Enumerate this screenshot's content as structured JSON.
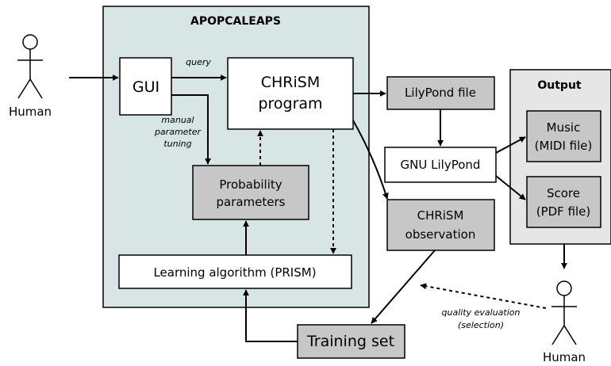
{
  "title": "APOPCALEAPS",
  "human_top_label": "Human",
  "human_bottom_label": "Human",
  "gui": "GUI",
  "query": "query",
  "chrism_program": [
    "CHRiSM",
    "program"
  ],
  "manual_tuning": [
    "manual",
    "parameter",
    "tuning"
  ],
  "probability_parameters": [
    "Probability",
    "parameters"
  ],
  "learning_algorithm": "Learning algorithm (PRISM)",
  "lilypond_file": "LilyPond file",
  "gnu_lilypond": "GNU LilyPond",
  "chrism_observation": [
    "CHRiSM",
    "observation"
  ],
  "output_title": "Output",
  "music": [
    "Music",
    "(MIDI file)"
  ],
  "score": [
    "Score",
    "(PDF file)"
  ],
  "training_set": "Training set",
  "quality_evaluation": [
    "quality evaluation",
    "(selection)"
  ],
  "colors": {
    "panel": "#d7e5e5",
    "output_panel": "#e6e6e6",
    "gray_box": "#c7c7c7",
    "white_box": "#ffffff",
    "line": "#000000"
  }
}
